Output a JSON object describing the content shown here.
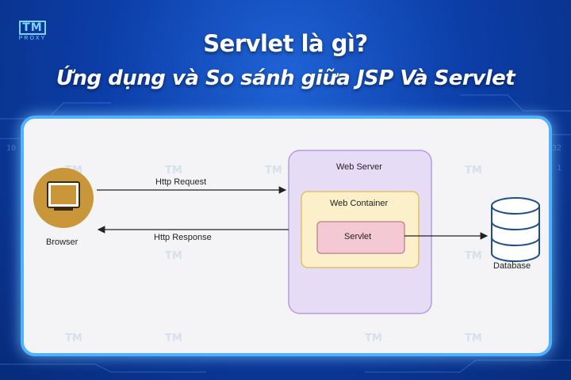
{
  "logo": {
    "mark": "TM",
    "sub": "PROXY"
  },
  "title": {
    "line1": "Servlet là gì?",
    "line2": "Ứng dụng và So sánh giữa JSP Và Servlet"
  },
  "diagram": {
    "browser_label": "Browser",
    "request_label": "Http Request",
    "response_label": "Http Response",
    "web_server_label": "Web Server",
    "web_container_label": "Web Container",
    "servlet_label": "Servlet",
    "database_label": "Database"
  },
  "colors": {
    "browser_circle": "#c9973a",
    "web_server_fill": "#e6dcf6",
    "web_server_border": "#b59be0",
    "web_container_fill": "#fbf0c9",
    "web_container_border": "#e0c266",
    "servlet_fill": "#f4c9d3",
    "servlet_border": "#c58a97"
  }
}
